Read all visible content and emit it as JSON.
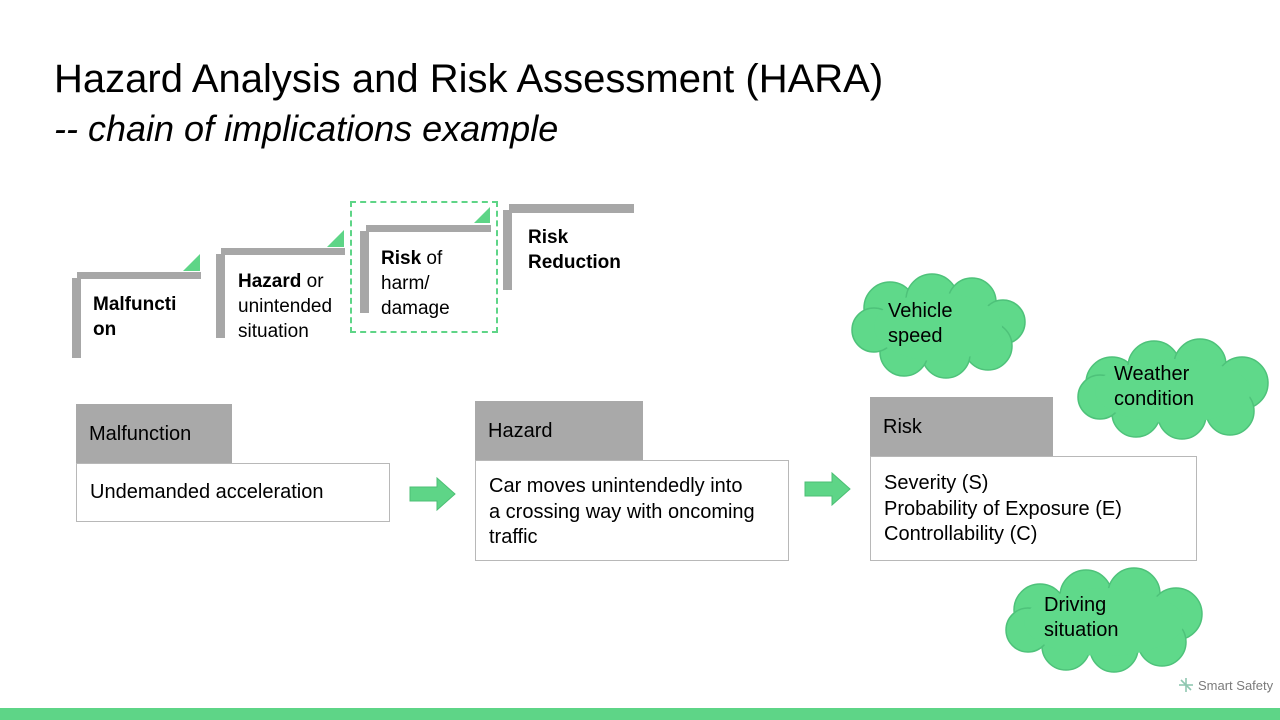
{
  "slide": {
    "title": "Hazard Analysis and Risk Assessment (HARA)",
    "subtitle": "-- chain of implications example"
  },
  "steps": [
    {
      "bold": "Malfuncti",
      "bold2": "on",
      "normal": ""
    },
    {
      "bold": "Hazard",
      "normal1": " or",
      "normal2": "unintended",
      "normal3": "situation"
    },
    {
      "bold": "Risk",
      "normal1": " of",
      "normal2": "harm/",
      "normal3": "damage"
    },
    {
      "bold": "Risk",
      "bold2": "Reduction"
    }
  ],
  "chain": {
    "malfunction": {
      "header": "Malfunction",
      "body": "Undemanded acceleration"
    },
    "hazard": {
      "header": "Hazard",
      "body_lines": [
        "Car moves unintendedly into",
        "a crossing way with oncoming",
        "traffic"
      ]
    },
    "risk": {
      "header": "Risk",
      "body_lines": [
        "Severity (S)",
        "Probability of Exposure (E)",
        "Controllability (C)"
      ]
    }
  },
  "clouds": {
    "vehicle_speed": [
      "Vehicle",
      "speed"
    ],
    "weather": [
      "Weather",
      "condition"
    ],
    "driving": [
      "Driving",
      "situation"
    ]
  },
  "brand": {
    "name": "Smart Safety"
  },
  "colors": {
    "accent_green": "#5ed587",
    "cloud_green": "#5fd98a",
    "gray": "#a9a9a9"
  }
}
